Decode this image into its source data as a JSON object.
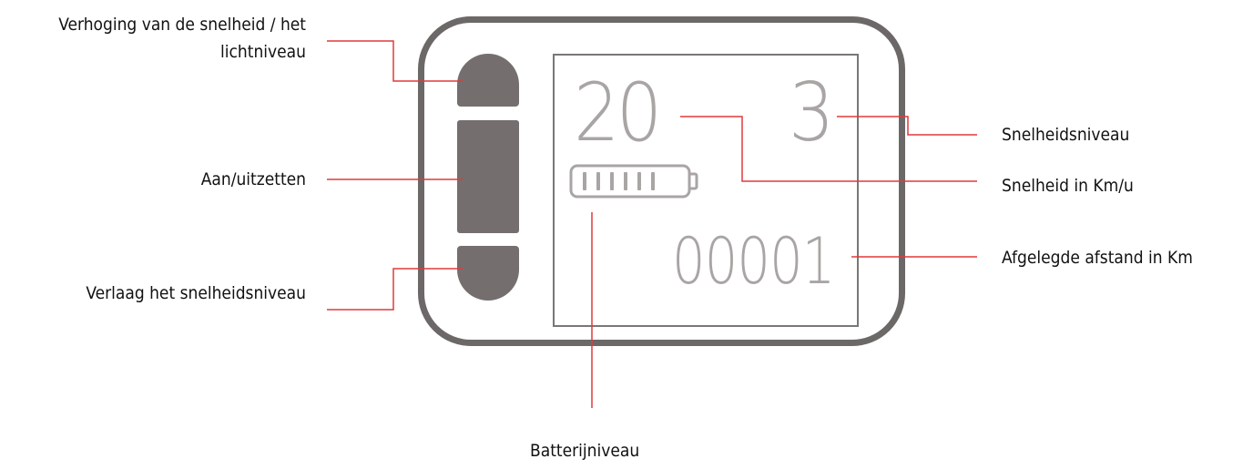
{
  "labels": {
    "increase": "Verhoging van de snelheid / het lichtniveau",
    "increase_line1": "Verhoging van de snelheid / het",
    "increase_line2": "lichtniveau",
    "power": "Aan/uitzetten",
    "decrease": "Verlaag het snelheidsniveau",
    "speed_level": "Snelheidsniveau",
    "speed": "Snelheid in Km/u",
    "distance": "Afgelegde afstand in Km",
    "battery": "Batterijniveau"
  },
  "display": {
    "speed": "20",
    "speed_level": "3",
    "distance": "00001",
    "battery_bars_filled": 6,
    "battery_bars_total": 6
  },
  "colors": {
    "leader_line": "#e03a3a",
    "device_frame": "#6b6867",
    "button": "#746f6e",
    "lcd_digits": "#a9a5a4"
  }
}
